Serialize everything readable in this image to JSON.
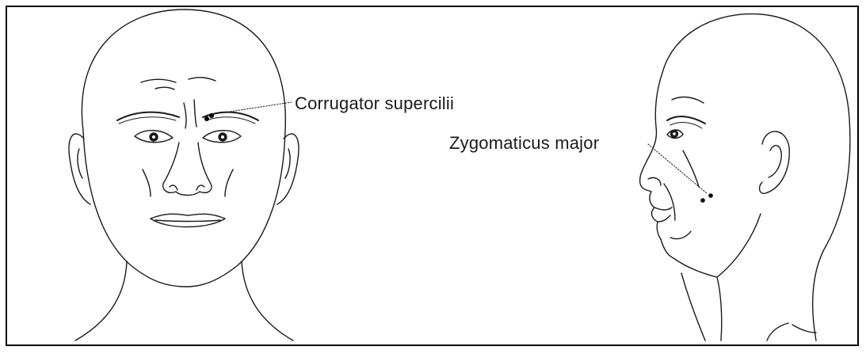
{
  "labels": {
    "corrugator": "Corrugator supercilii",
    "zygomaticus": "Zygomaticus major"
  },
  "colors": {
    "ink": "#1a1a1a",
    "background": "#ffffff",
    "border": "#000000"
  },
  "icons": {
    "front_view": "frontal-head-drawing",
    "side_view": "profile-head-drawing",
    "electrode": "electrode-dot"
  }
}
